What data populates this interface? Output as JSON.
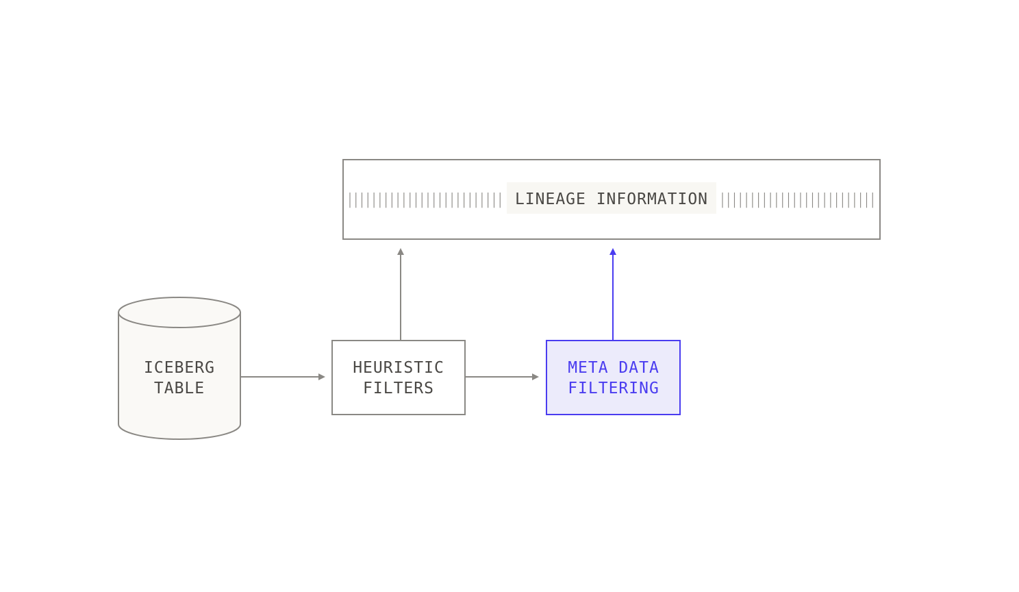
{
  "colors": {
    "neutral": "#8a8884",
    "neutral_text": "#4a4845",
    "accent": "#4a3cf0",
    "accent_fill": "#ecebfb",
    "cylinder_fill": "#faf9f6",
    "label_bg": "#f8f7f3"
  },
  "nodes": {
    "iceberg_table": {
      "line1": "ICEBERG",
      "line2": "TABLE"
    },
    "heuristic_filters": {
      "line1": "HEURISTIC",
      "line2": "FILTERS"
    },
    "meta_data_filtering": {
      "line1": "META DATA",
      "line2": "FILTERING"
    },
    "lineage_information": {
      "label": "LINEAGE INFORMATION",
      "left_ticks": "||||||||||||||||||||||||||",
      "right_ticks": "||||||||||||||||||||||||||"
    }
  },
  "edges": [
    {
      "from": "iceberg_table",
      "to": "heuristic_filters"
    },
    {
      "from": "heuristic_filters",
      "to": "meta_data_filtering"
    },
    {
      "from": "heuristic_filters",
      "to": "lineage_information"
    },
    {
      "from": "meta_data_filtering",
      "to": "lineage_information",
      "highlight": true
    }
  ]
}
